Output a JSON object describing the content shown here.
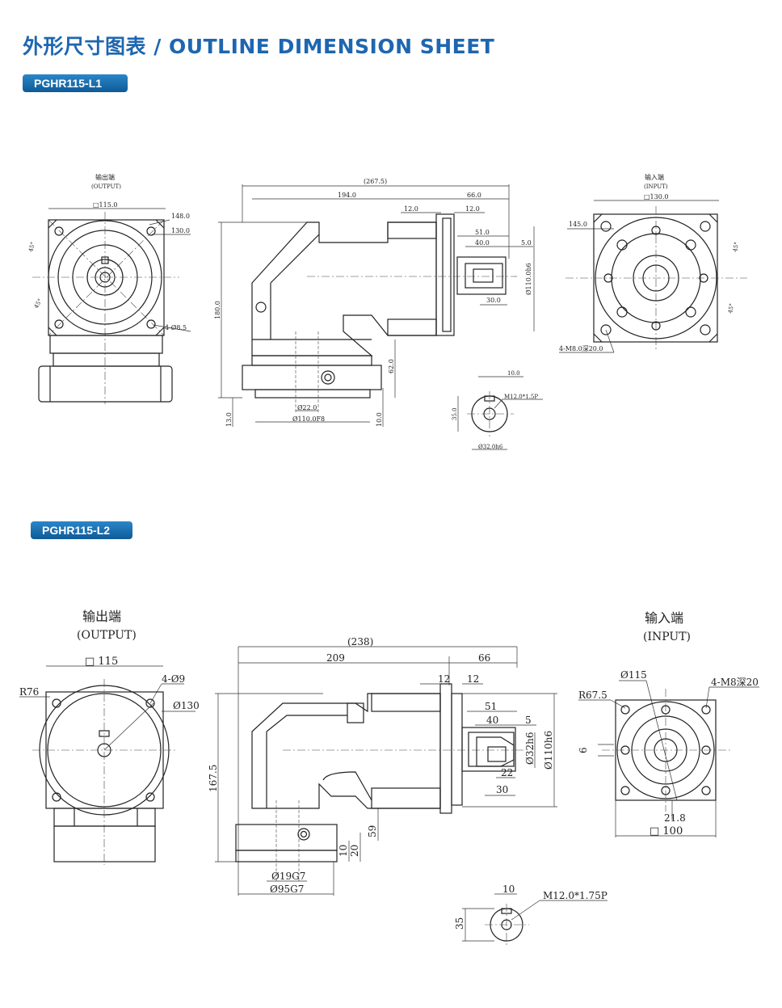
{
  "header": {
    "title": "外形尺寸图表 / OUTLINE DIMENSION SHEET"
  },
  "models": [
    {
      "name": "PGHR115-L1",
      "output_label": "输出端",
      "output_label_en": "(OUTPUT)",
      "input_label": "输入端",
      "input_label_en": "(INPUT)",
      "dims": {
        "sq_out": "□115.0",
        "d148": "148.0",
        "d130": "130.0",
        "holes_out": "4-Ø8.5",
        "total": "(267.5)",
        "d194": "194.0",
        "d66": "66.0",
        "d12a": "12.0",
        "d12b": "12.0",
        "d51": "51.0",
        "d40": "40.0",
        "d5": "5.0",
        "d30": "30.0",
        "phi110": "Ø110.0h6",
        "h180": "180.0",
        "h62": "62.0",
        "h13": "13.0",
        "h10": "10.0",
        "phi22": "Ø22.0",
        "phi110f8": "Ø110.0F8",
        "sq_in": "□130.0",
        "d145": "145.0",
        "holes_in": "4-M8.0深20.0",
        "angle": "45°",
        "key10": "10.0",
        "thread": "M12.0*1.5P",
        "key35": "35.0",
        "phi32": "Ø32.0h6"
      }
    },
    {
      "name": "PGHR115-L2",
      "output_label": "输出端",
      "output_label_en": "(OUTPUT)",
      "input_label": "输入端",
      "input_label_en": "(INPUT)",
      "dims": {
        "sq_out": "□ 115",
        "r76": "R76",
        "holes_out": "4-Ø9",
        "d130": "Ø130",
        "total": "(238)",
        "d209": "209",
        "d66": "66",
        "d12a": "12",
        "d12b": "12",
        "d51": "51",
        "d40": "40",
        "d5": "5",
        "d22": "22",
        "d30": "30",
        "phi32": "Ø32h6",
        "phi110": "Ø110h6",
        "h167": "167.5",
        "h59": "59",
        "h10": "10",
        "h20": "20",
        "phi19": "Ø19G7",
        "phi95": "Ø95G7",
        "d115": "Ø115",
        "r675": "R67.5",
        "holes_in": "4-M8深20",
        "d6": "6",
        "d218": "21.8",
        "sq_in": "□ 100",
        "key10": "10",
        "thread": "M12.0*1.75P",
        "key35": "35"
      }
    }
  ]
}
